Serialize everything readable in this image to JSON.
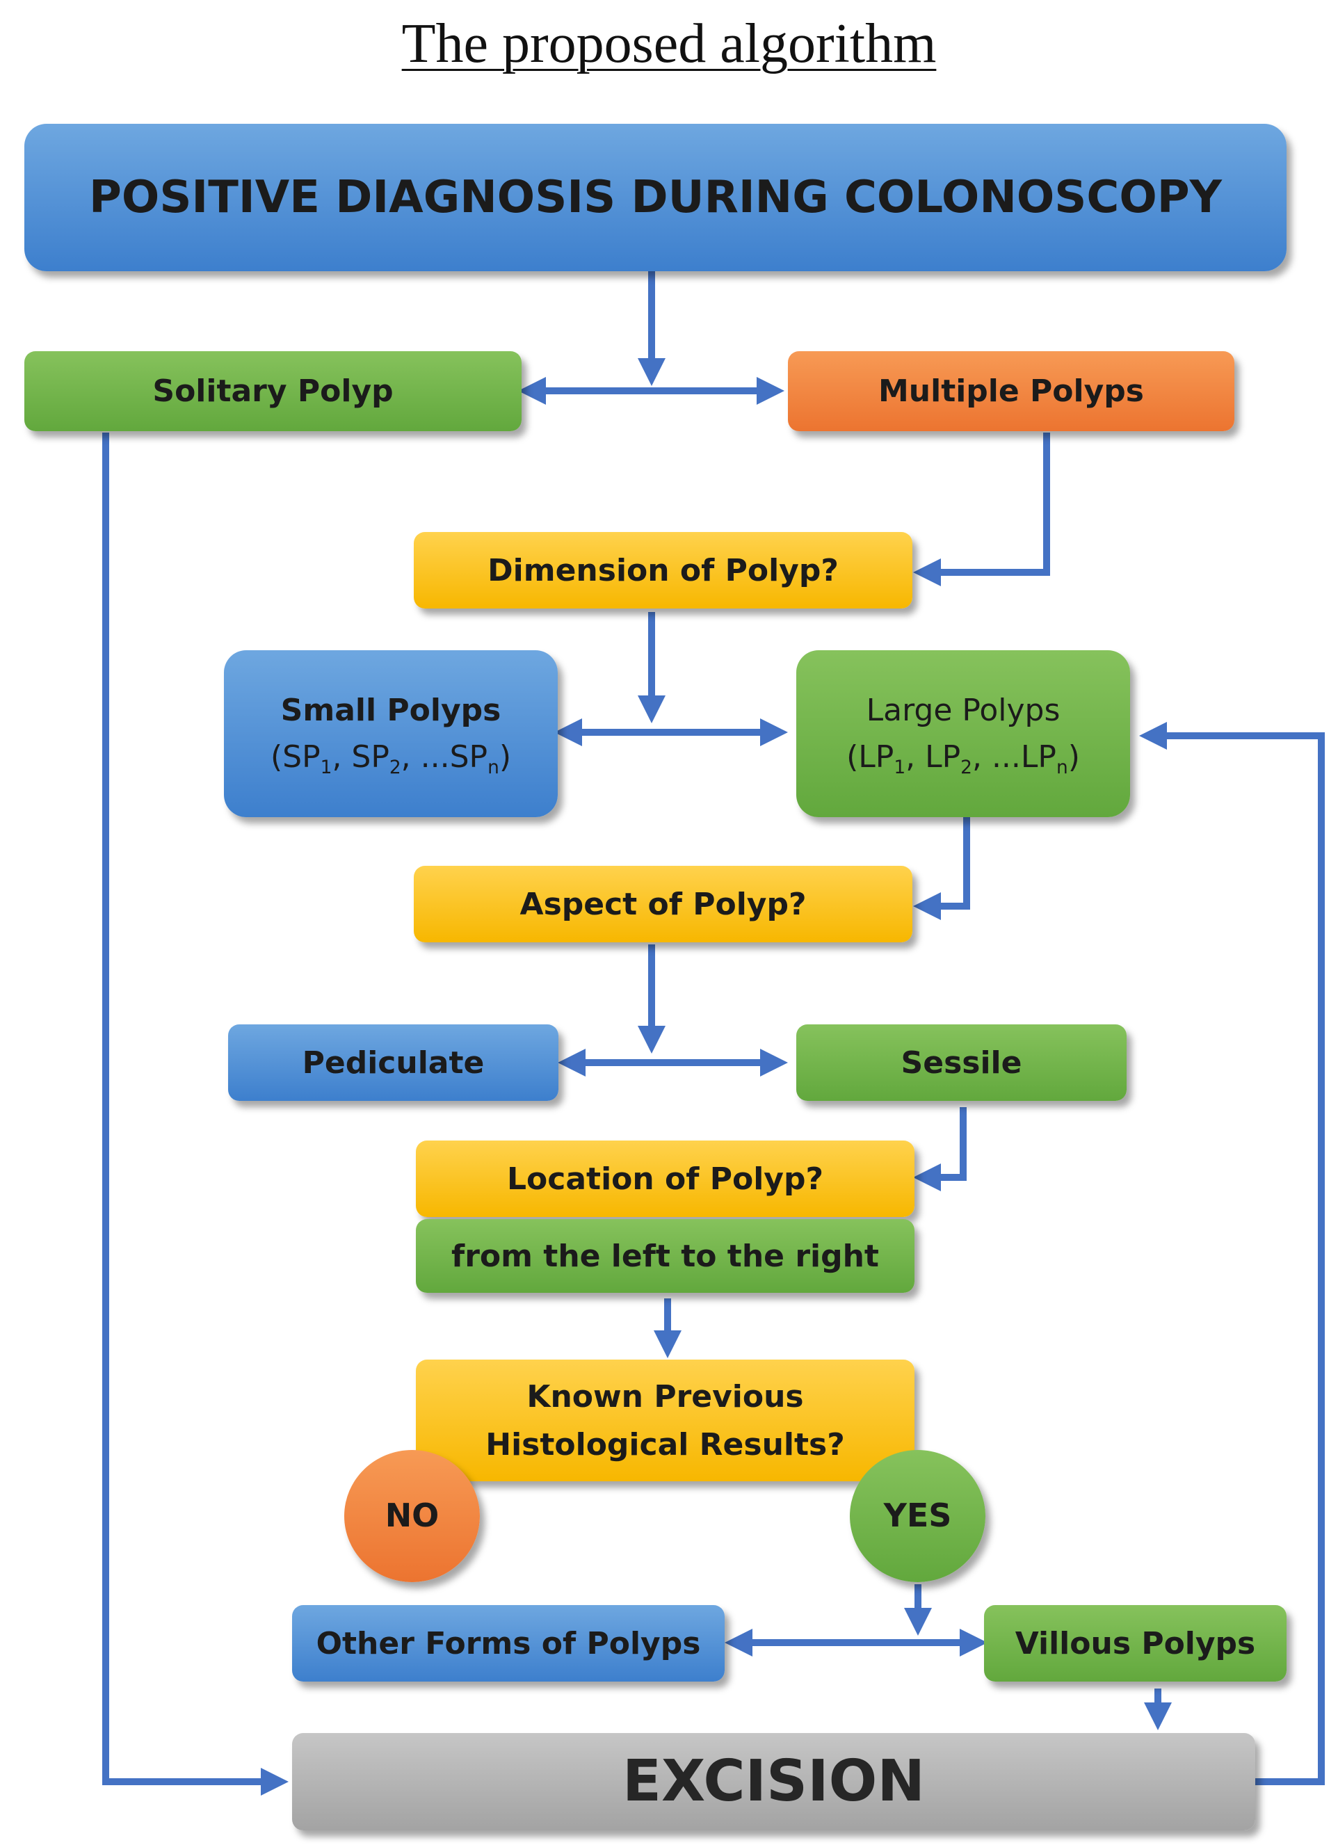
{
  "title": "The proposed algorithm",
  "nodes": {
    "diagnosis": "POSITIVE DIAGNOSIS DURING COLONOSCOPY",
    "solitary": "Solitary Polyp",
    "multiple": "Multiple Polyps",
    "dimension": "Dimension of Polyp?",
    "small": {
      "label": "Small Polyps",
      "open": "(SP",
      "s1": "1",
      "mid1": ", SP",
      "s2": "2",
      "mid2": ", ...SP",
      "sn": "n",
      "close": ")"
    },
    "large": {
      "label": "Large Polyps",
      "open": "(LP",
      "s1": "1",
      "mid1": ", LP",
      "s2": "2",
      "mid2": ", ...LP",
      "sn": "n",
      "close": ")"
    },
    "aspect": "Aspect of Polyp?",
    "pediculate": "Pediculate",
    "sessile": "Sessile",
    "location": "Location of Polyp?",
    "direction": "from the left to the right",
    "histology_line1": "Known Previous",
    "histology_line2": "Histological Results?",
    "no": "NO",
    "yes": "YES",
    "other_forms": "Other Forms of Polyps",
    "villous": "Villous Polyps",
    "excision": "EXCISION"
  },
  "colors": {
    "arrow": "#4472c4",
    "blue": "#4a8ad4",
    "green": "#6db344",
    "orange": "#f07f3c",
    "yellow": "#ffc000",
    "gray": "#b0b0b0"
  }
}
